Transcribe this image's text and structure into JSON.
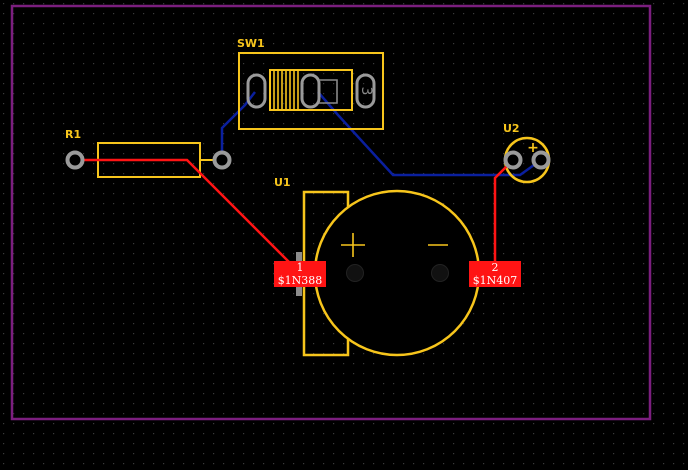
{
  "colors": {
    "background": "#000000",
    "grid_dot": "#3a3a3a",
    "board_outline": "#7b1e7e",
    "silkscreen": "#f7c51c",
    "top_trace": "#ff1414",
    "bottom_trace": "#0a1f9e",
    "pad_gray": "#9a9a9a",
    "smd_pad": "#ff1414"
  },
  "components": {
    "sw1": {
      "ref": "SW1",
      "number": "3"
    },
    "r1": {
      "ref": "R1"
    },
    "u1": {
      "ref": "U1",
      "plus": "+",
      "minus": "−"
    },
    "u2": {
      "ref": "U2",
      "polarity": "+"
    }
  },
  "pads": {
    "u1_pad1": {
      "number": "1",
      "net": "$1N388"
    },
    "u1_pad2": {
      "number": "2",
      "net": "$1N407"
    }
  }
}
